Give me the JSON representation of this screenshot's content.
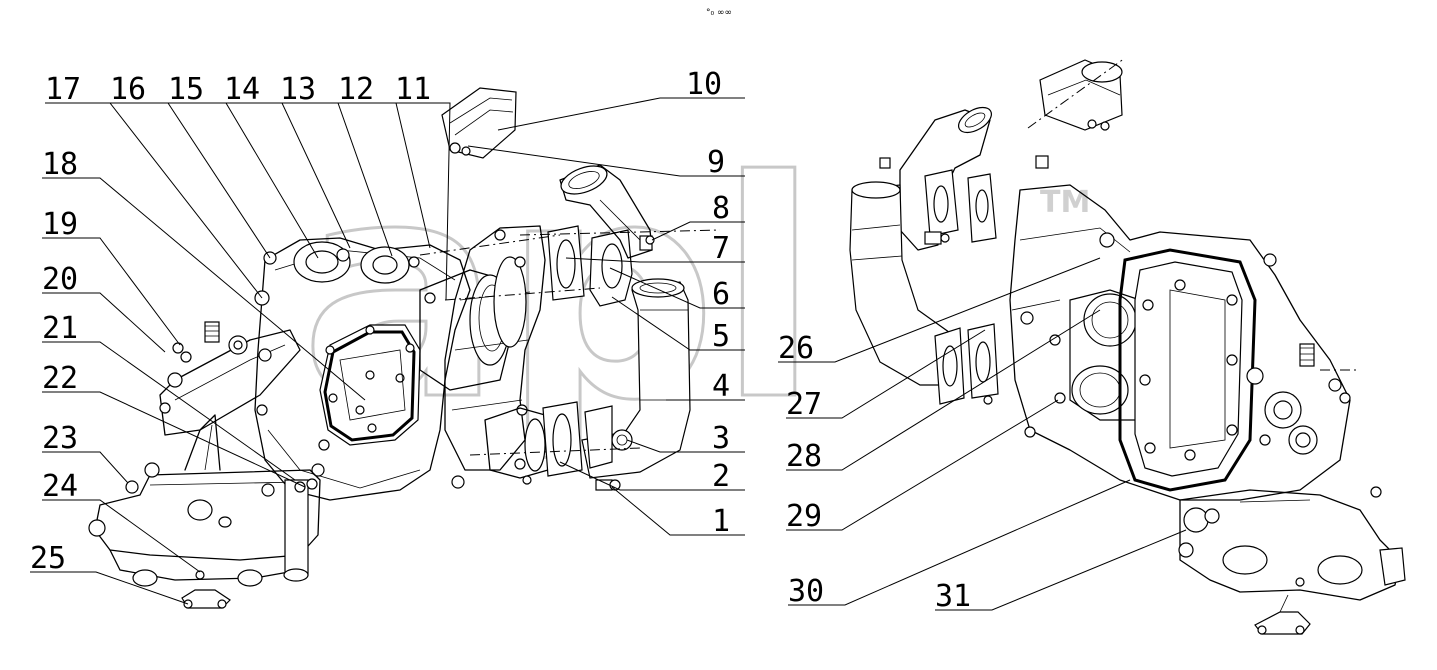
{
  "header_mark": "°₀ ∞∞",
  "watermark": {
    "text": "apl",
    "tm": "TM"
  },
  "callouts": [
    {
      "n": "1",
      "text": "1"
    },
    {
      "n": "2",
      "text": "2"
    },
    {
      "n": "3",
      "text": "3"
    },
    {
      "n": "4",
      "text": "4"
    },
    {
      "n": "5",
      "text": "5"
    },
    {
      "n": "6",
      "text": "6"
    },
    {
      "n": "7",
      "text": "7"
    },
    {
      "n": "8",
      "text": "8"
    },
    {
      "n": "9",
      "text": "9"
    },
    {
      "n": "10",
      "text": "10"
    },
    {
      "n": "11",
      "text": "11"
    },
    {
      "n": "12",
      "text": "12"
    },
    {
      "n": "13",
      "text": "13"
    },
    {
      "n": "14",
      "text": "14"
    },
    {
      "n": "15",
      "text": "15"
    },
    {
      "n": "16",
      "text": "16"
    },
    {
      "n": "17",
      "text": "17"
    },
    {
      "n": "18",
      "text": "18"
    },
    {
      "n": "19",
      "text": "19"
    },
    {
      "n": "20",
      "text": "20"
    },
    {
      "n": "21",
      "text": "21"
    },
    {
      "n": "22",
      "text": "22"
    },
    {
      "n": "23",
      "text": "23"
    },
    {
      "n": "24",
      "text": "24"
    },
    {
      "n": "25",
      "text": "25"
    },
    {
      "n": "26",
      "text": "26"
    },
    {
      "n": "27",
      "text": "27"
    },
    {
      "n": "28",
      "text": "28"
    },
    {
      "n": "29",
      "text": "29"
    },
    {
      "n": "30",
      "text": "30"
    },
    {
      "n": "31",
      "text": "31"
    }
  ]
}
